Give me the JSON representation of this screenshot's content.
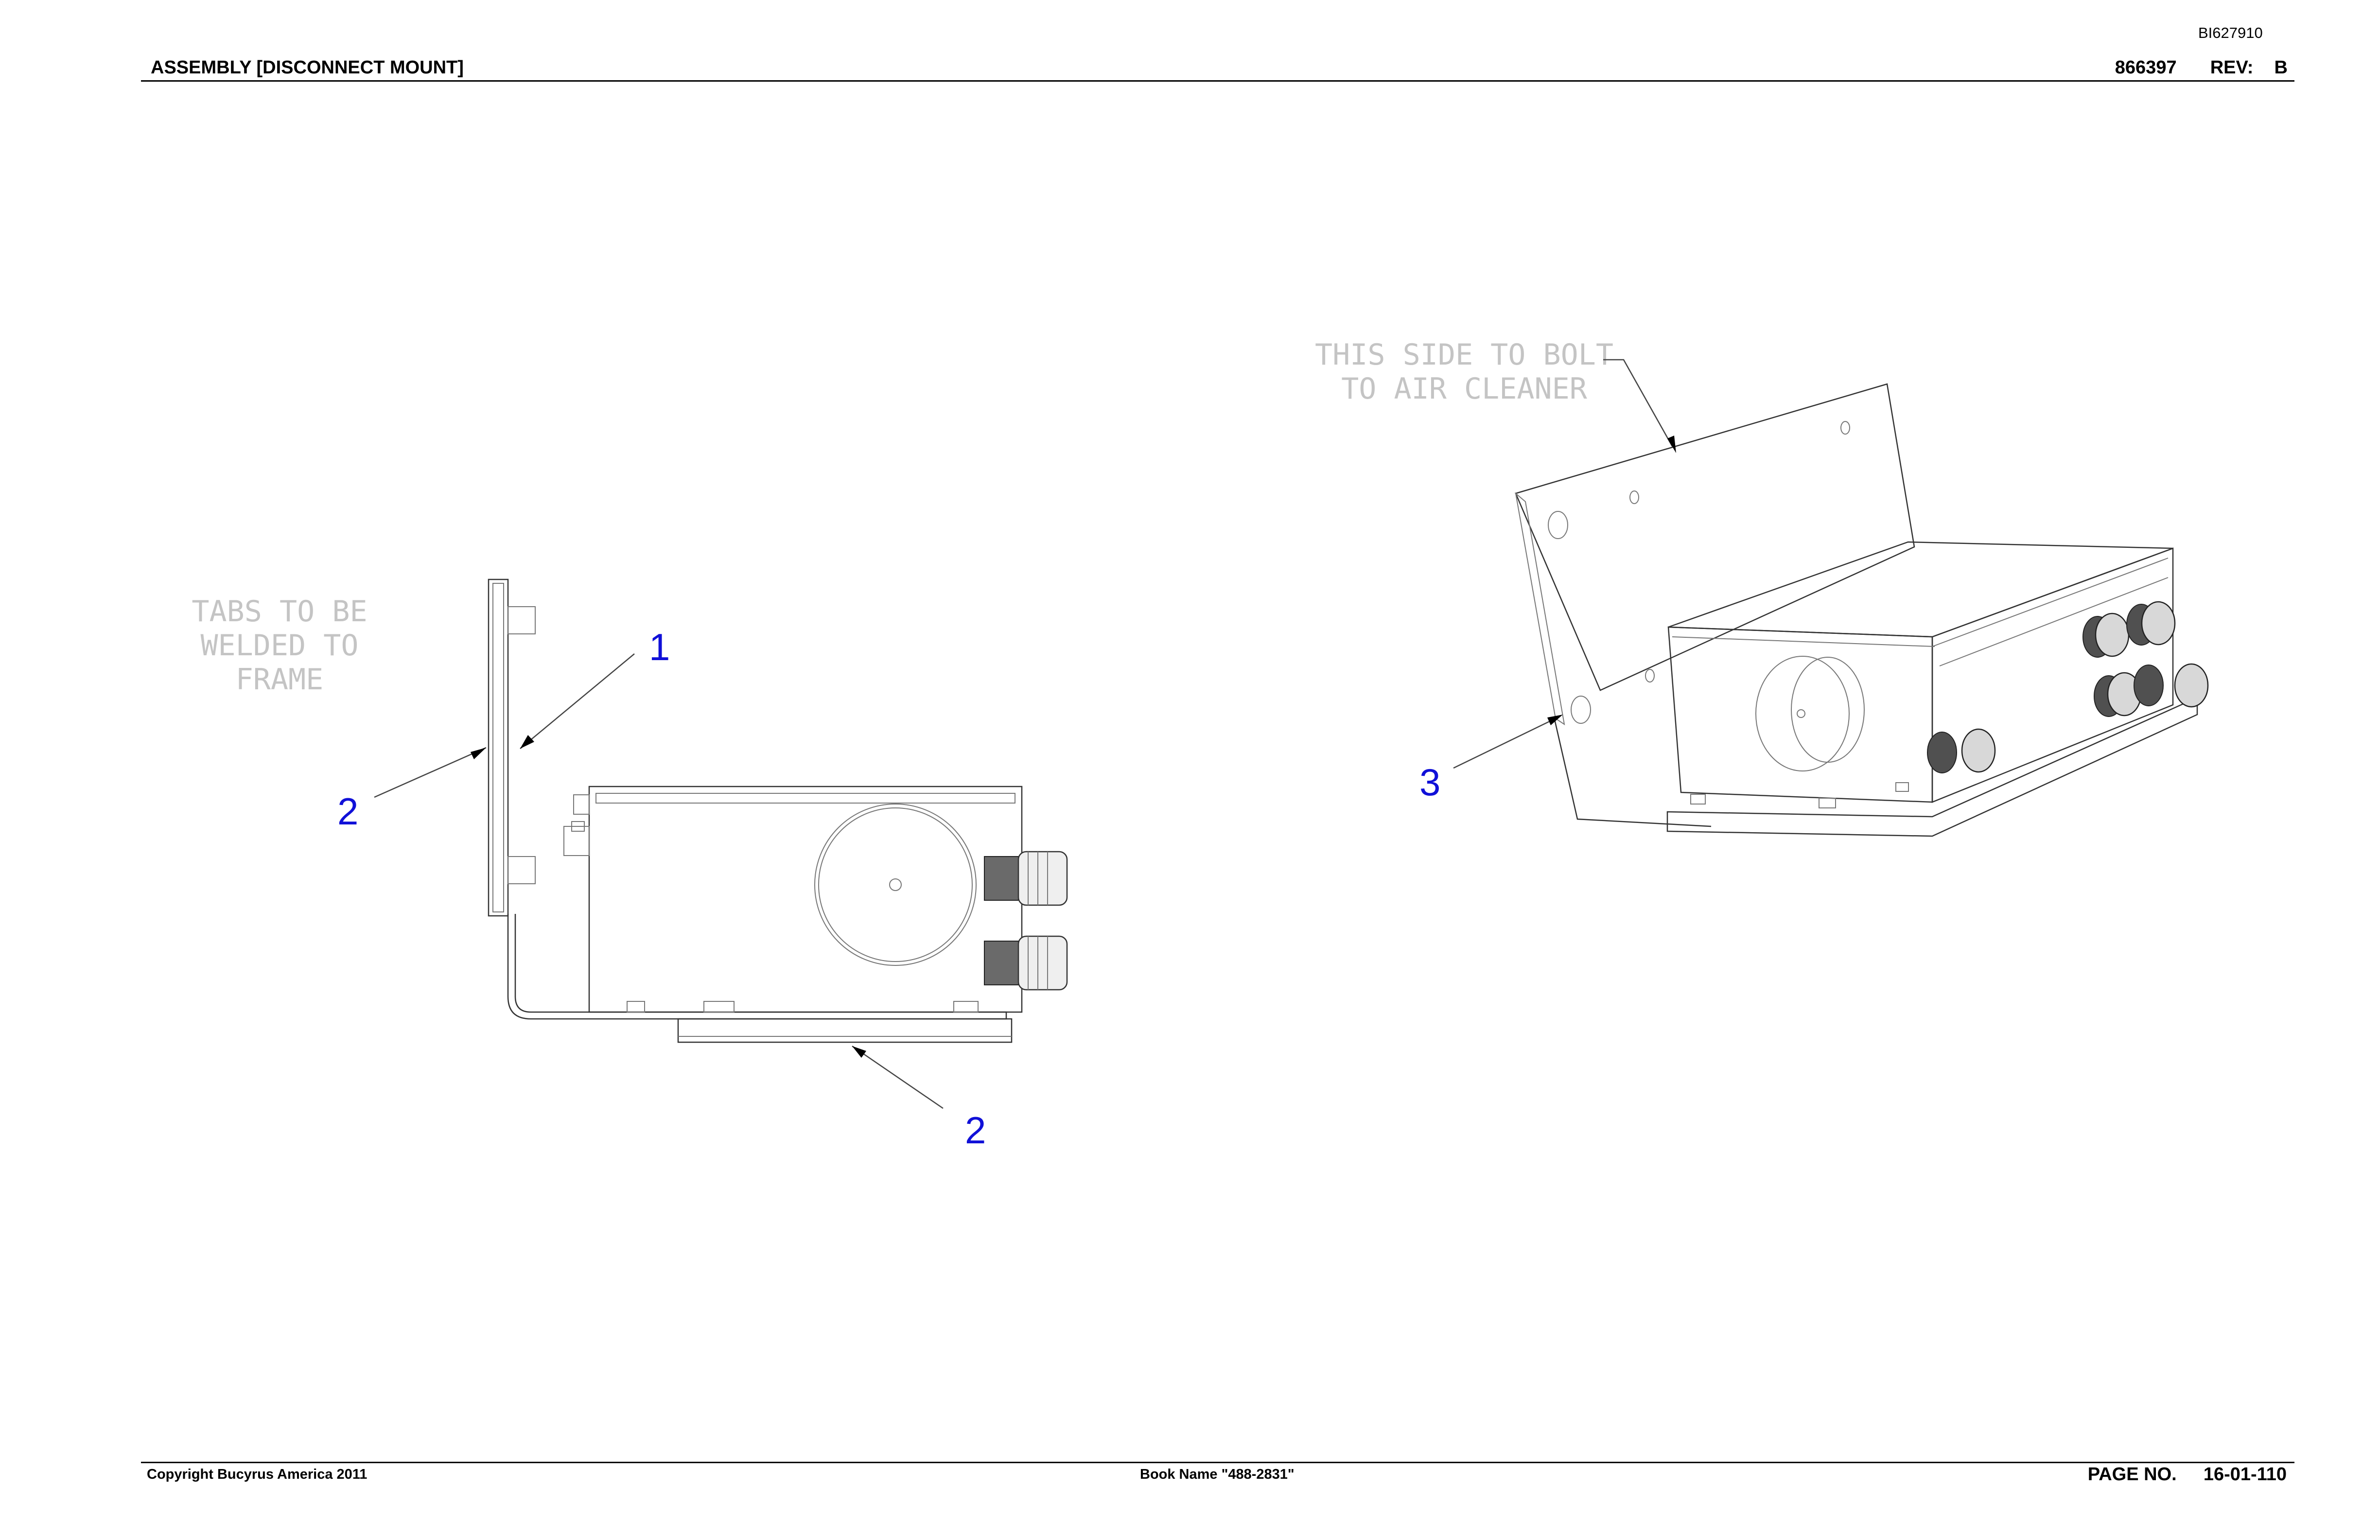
{
  "header": {
    "doc_id": "BI627910",
    "title": "ASSEMBLY [DISCONNECT MOUNT]",
    "part_number": "866397",
    "rev_label": "REV:",
    "rev_value": "B"
  },
  "drawing": {
    "notes": {
      "tabs": [
        "TABS TO BE",
        "WELDED TO",
        "FRAME"
      ],
      "side": [
        "THIS SIDE TO BOLT",
        "TO AIR CLEANER"
      ]
    },
    "callouts": {
      "left_item_1": "1",
      "left_item_2_upper": "2",
      "left_item_2_lower": "2",
      "right_item_3": "3"
    },
    "colors": {
      "callout": "#1010d8",
      "note": "#c4c4c4",
      "line": "#333333"
    }
  },
  "footer": {
    "copyright": "Copyright Bucyrus America 2011",
    "book_name": "Book Name \"488-2831\"",
    "page_label": "PAGE NO.",
    "page_value": "16-01-110"
  }
}
